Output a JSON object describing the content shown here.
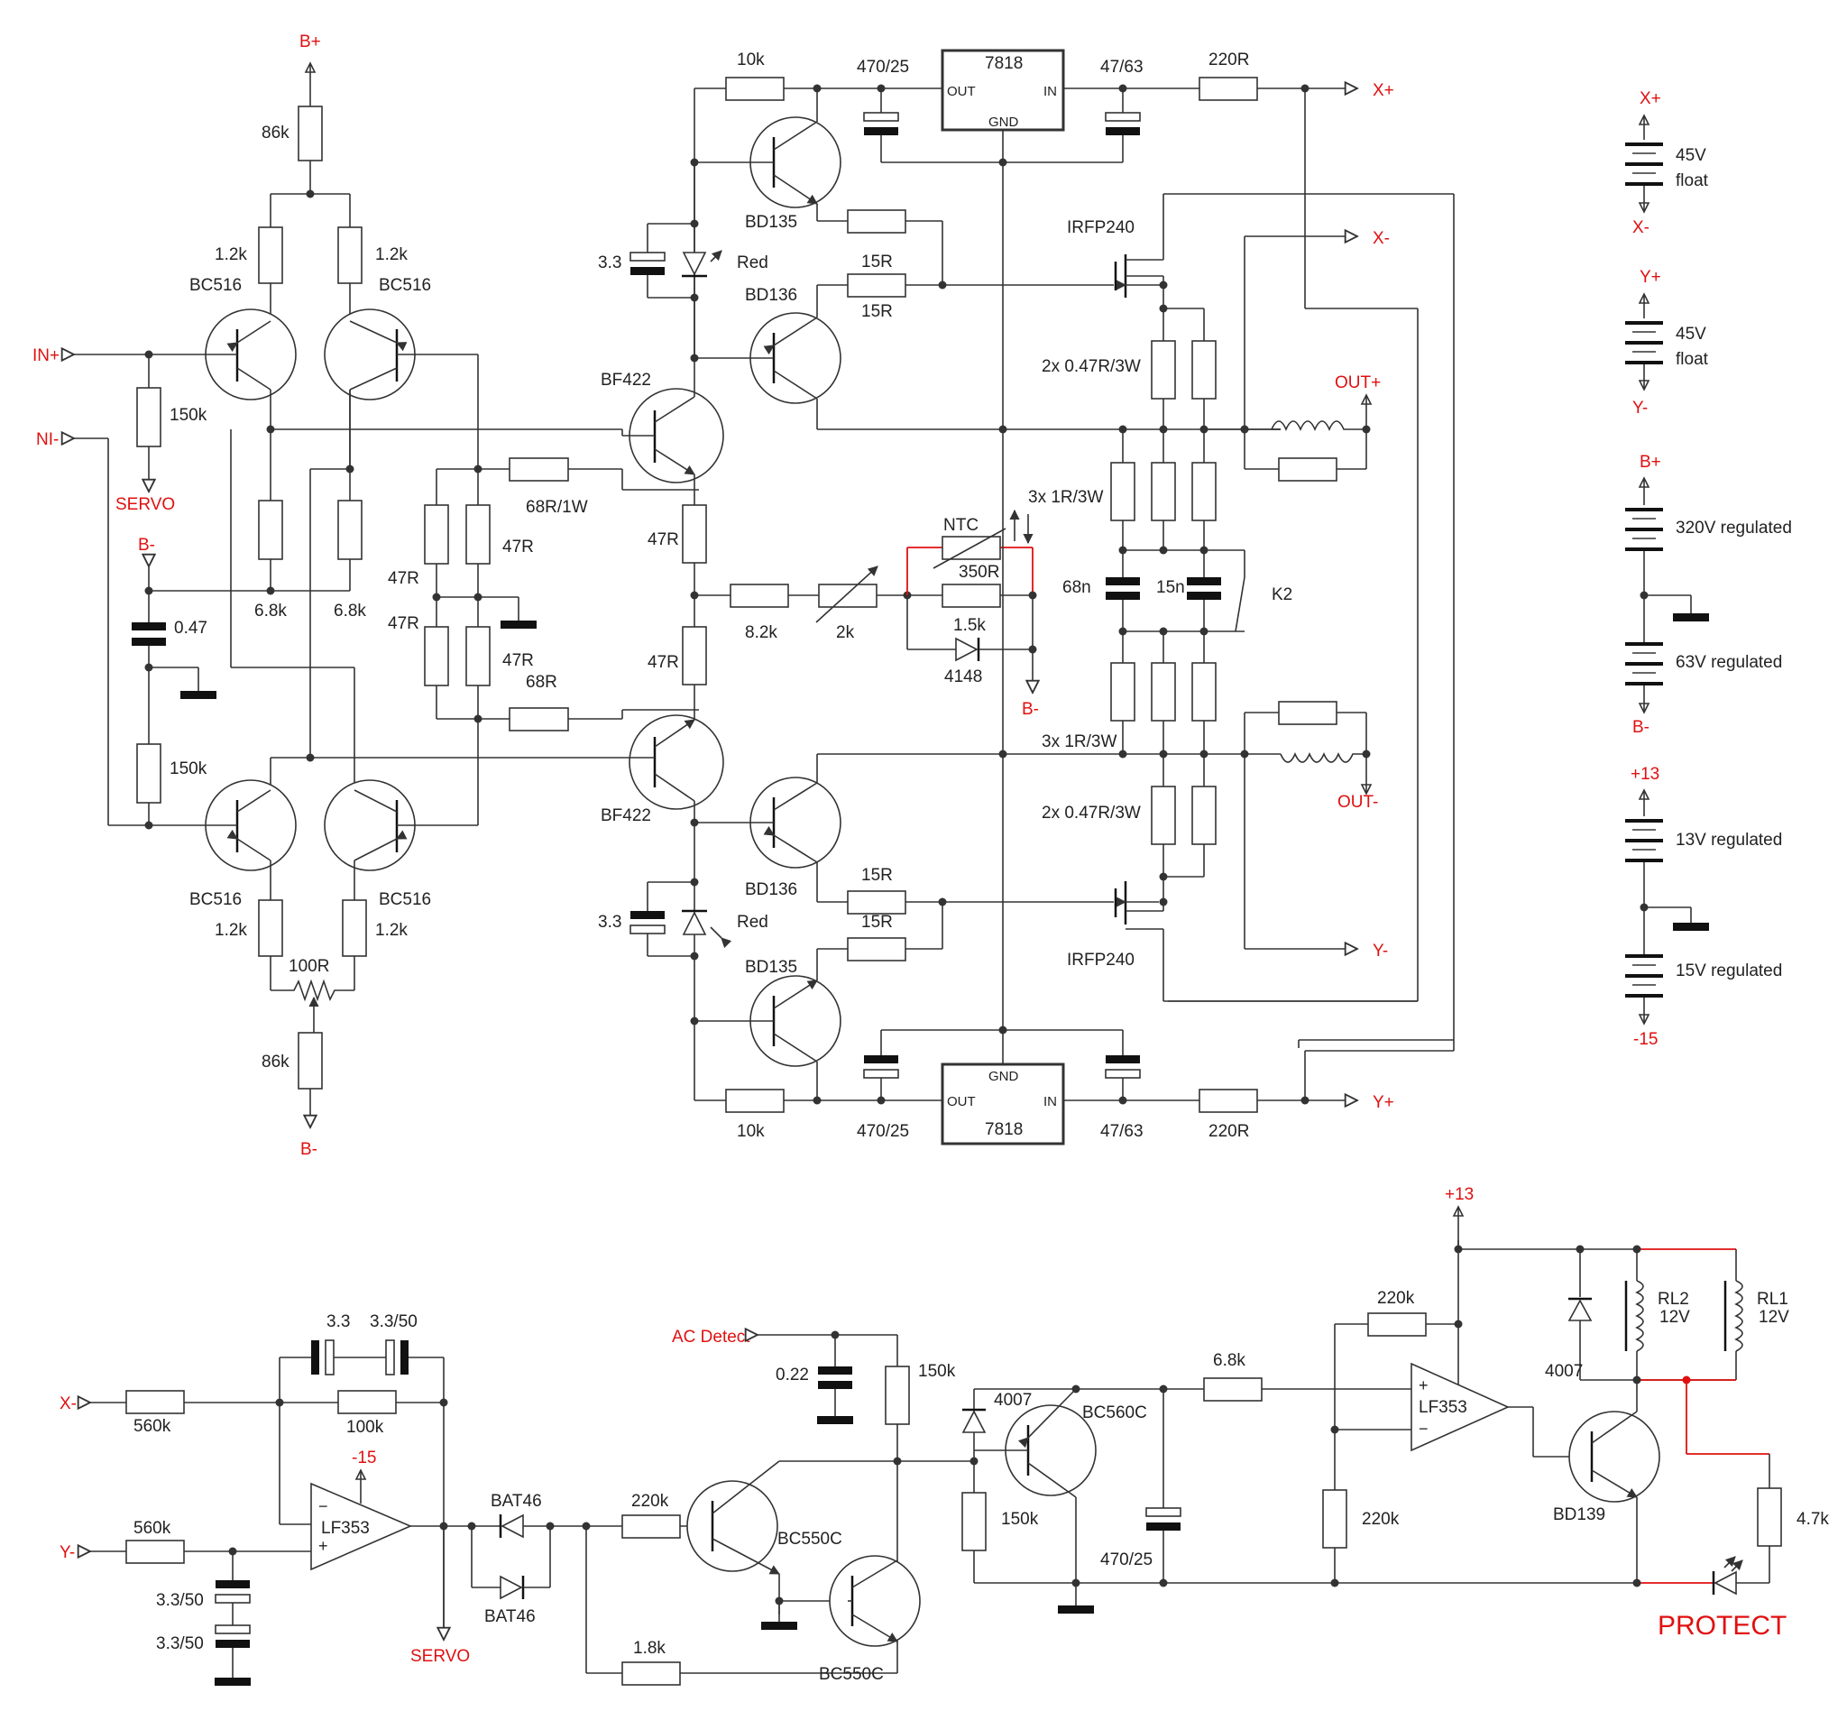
{
  "colors": {
    "net_label": "#e01010",
    "wire": "#333333",
    "text": "#222222"
  },
  "labels": {
    "b_plus_top": "B+",
    "b_minus_bottom": "B-",
    "b_minus_left": "B-",
    "b_minus_mid": "B-",
    "in_plus": "IN+",
    "ni_minus": "NI-",
    "servo_top": "SERVO",
    "servo_bottom": "SERVO",
    "x_plus": "X+",
    "x_minus": "X-",
    "y_minus": "Y-",
    "y_plus": "Y+",
    "out_plus": "OUT+",
    "out_minus": "OUT-",
    "ac_detect": "AC Detect",
    "plus13": "+13",
    "minus15_op": "-15",
    "protect": "PROTECT"
  },
  "components": {
    "r86k_top": "86k",
    "r86k_bot": "86k",
    "r1k2_tl": "1.2k",
    "r1k2_tr": "1.2k",
    "r1k2_bl": "1.2k",
    "r1k2_br": "1.2k",
    "q_bc516_tl": "BC516",
    "q_bc516_tr": "BC516",
    "q_bc516_bl": "BC516",
    "q_bc516_br": "BC516",
    "r150k_in": "150k",
    "r150k_ni": "150k",
    "c047": "0.47",
    "r6k8_l": "6.8k",
    "r6k8_r": "6.8k",
    "pot100r": "100R",
    "r47_a": "47R",
    "r47_b": "47R",
    "r47_c": "47R",
    "r47_d": "47R",
    "r68r1w": "68R/1W",
    "r68r": "68R",
    "q_bf422_top": "BF422",
    "q_bf422_bot": "BF422",
    "r47_vbe_top": "47R",
    "r47_vbe_bot": "47R",
    "r8k2": "8.2k",
    "pot2k": "2k",
    "ntc": "NTC",
    "r350r": "350R",
    "r1k5": "1.5k",
    "d4148": "4148",
    "r10k_top": "10k",
    "r10k_bot": "10k",
    "c470_top": "470/25",
    "c470_bot": "470/25",
    "reg_top": "7818",
    "reg_bot": "7818",
    "reg_out": "OUT",
    "reg_in": "IN",
    "reg_gnd": "GND",
    "c4763_top": "47/63",
    "c4763_bot": "47/63",
    "r220r_top": "220R",
    "r220r_bot": "220R",
    "q_bd135_top": "BD135",
    "q_bd136_top": "BD136",
    "q_bd136_bot": "BD136",
    "q_bd135_bot": "BD135",
    "c33_top": "3.3",
    "c33_bot": "3.3",
    "led_red_top": "Red",
    "led_red_bot": "Red",
    "r15r_a": "15R",
    "r15r_b": "15R",
    "r15r_c": "15R",
    "r15r_d": "15R",
    "q_irfp_top": "IRFP240",
    "q_irfp_bot": "IRFP240",
    "r047_top": "2x 0.47R/3W",
    "r047_bot": "2x 0.47R/3W",
    "r1r_top": "3x 1R/3W",
    "r1r_bot": "3x 1R/3W",
    "c68n": "68n",
    "c15n": "15n",
    "relay_k2": "K2"
  },
  "supplies": [
    {
      "top": "X+",
      "desc1": "45V",
      "desc2": "float",
      "bottom": "X-"
    },
    {
      "top": "Y+",
      "desc1": "45V",
      "desc2": "float",
      "bottom": "Y-"
    },
    {
      "top": "B+",
      "desc1": "320V regulated",
      "bottom_desc": "63V regulated",
      "bottom": "B-"
    },
    {
      "top": "+13",
      "desc1": "13V regulated",
      "bottom_desc": "15V regulated",
      "bottom": "-15"
    }
  ],
  "servo": {
    "r560k_top": "560k",
    "r560k_bot": "560k",
    "c33": "3.3",
    "c3350": "3.3/50",
    "r100k": "100k",
    "opamp": "LF353",
    "c3350_a": "3.3/50",
    "c3350_b": "3.3/50",
    "bat46_top": "BAT46",
    "bat46_bot": "BAT46"
  },
  "protect": {
    "c022": "0.22",
    "r150k_a": "150k",
    "r220k_a": "220k",
    "q_bc550c_a": "BC550C",
    "q_bc550c_b": "BC550C",
    "r1k8": "1.8k",
    "d4007_a": "4007",
    "q_bc560c": "BC560C",
    "r150k_b": "150k",
    "c47025": "470/25",
    "r6k8": "6.8k",
    "r220k_fb": "220k",
    "r220k_gnd": "220k",
    "opamp": "LF353",
    "q_bd139": "BD139",
    "d4007_b": "4007",
    "rl2": "RL2",
    "rl2_v": "12V",
    "rl1": "RL1",
    "rl1_v": "12V",
    "r4k7": "4.7k"
  }
}
